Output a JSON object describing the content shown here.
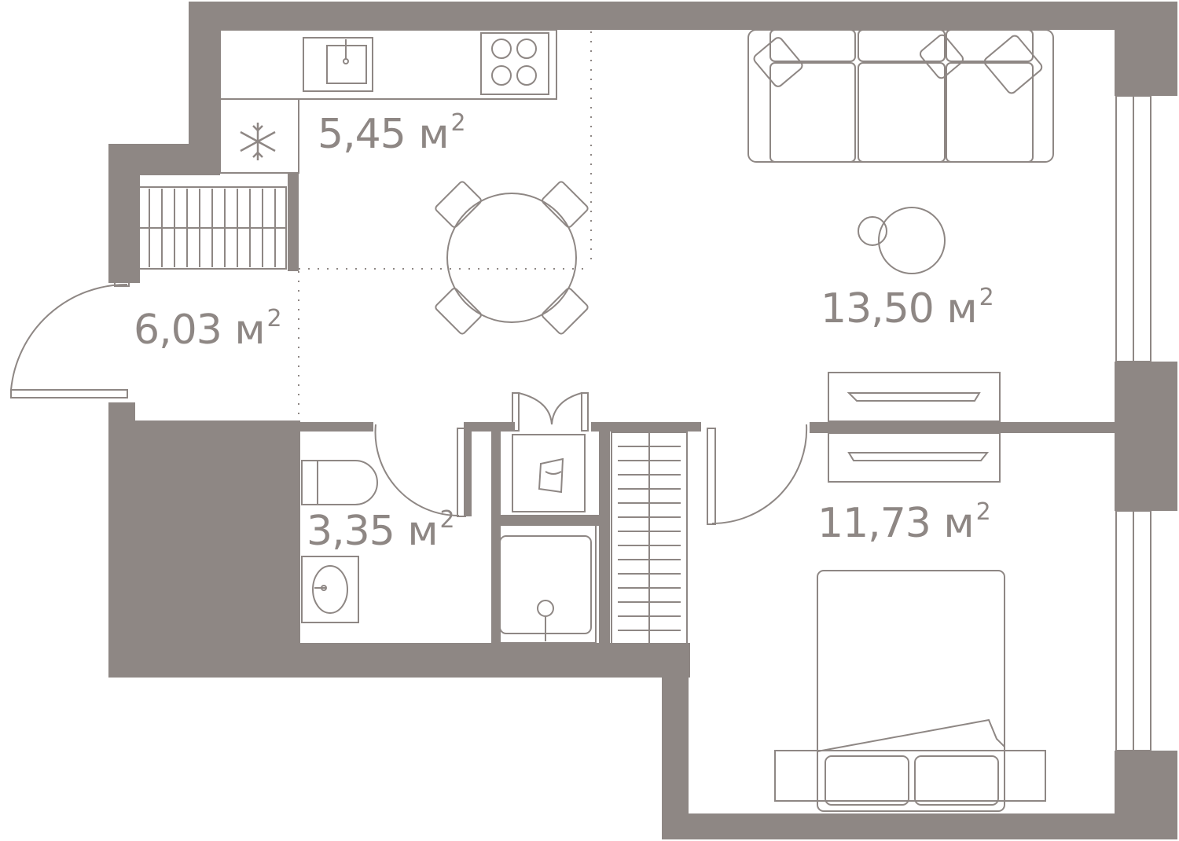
{
  "colors": {
    "wall": "#8e8784",
    "furniture_stroke": "#8e8784",
    "label": "#8e8784",
    "background": "#ffffff"
  },
  "rooms": [
    {
      "id": "kitchen",
      "value": "5,45",
      "unit": "м",
      "exponent": "2"
    },
    {
      "id": "living",
      "value": "13,50",
      "unit": "м",
      "exponent": "2"
    },
    {
      "id": "hall",
      "value": "6,03",
      "unit": "м",
      "exponent": "2"
    },
    {
      "id": "bathroom",
      "value": "3,35",
      "unit": "м",
      "exponent": "2"
    },
    {
      "id": "bedroom",
      "value": "11,73",
      "unit": "м",
      "exponent": "2"
    }
  ],
  "icons": {
    "fridge": "snowflake-icon",
    "sink": "sink-icon",
    "stove": "stove-icon",
    "toilet": "toilet-icon",
    "washbasin": "washbasin-icon",
    "shower": "shower-icon",
    "washer": "washing-machine-icon"
  }
}
